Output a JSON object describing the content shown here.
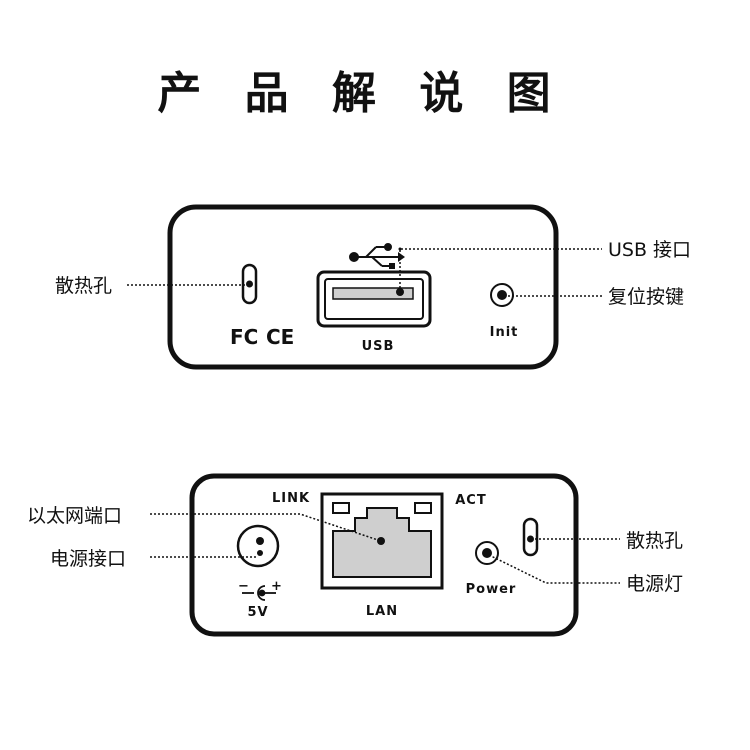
{
  "title": "产 品 解 说 图",
  "top_panel": {
    "callouts": {
      "vent": "散热孔",
      "usb_port": "USB 接口",
      "reset_button": "复位按键"
    },
    "labels": {
      "usb": "USB",
      "init": "Init",
      "fc_mark": "FC",
      "ce_mark": "CE"
    }
  },
  "bottom_panel": {
    "callouts": {
      "ethernet_port": "以太网端口",
      "power_jack": "电源接口",
      "vent": "散热孔",
      "power_led": "电源灯"
    },
    "labels": {
      "link": "LINK",
      "act": "ACT",
      "lan": "LAN",
      "power": "Power",
      "voltage": "5V",
      "polarity_minus": "−",
      "polarity_plus": "+"
    }
  },
  "colors": {
    "ink": "#111111",
    "background": "#ffffff",
    "port_gray": "#cfcfcf"
  }
}
